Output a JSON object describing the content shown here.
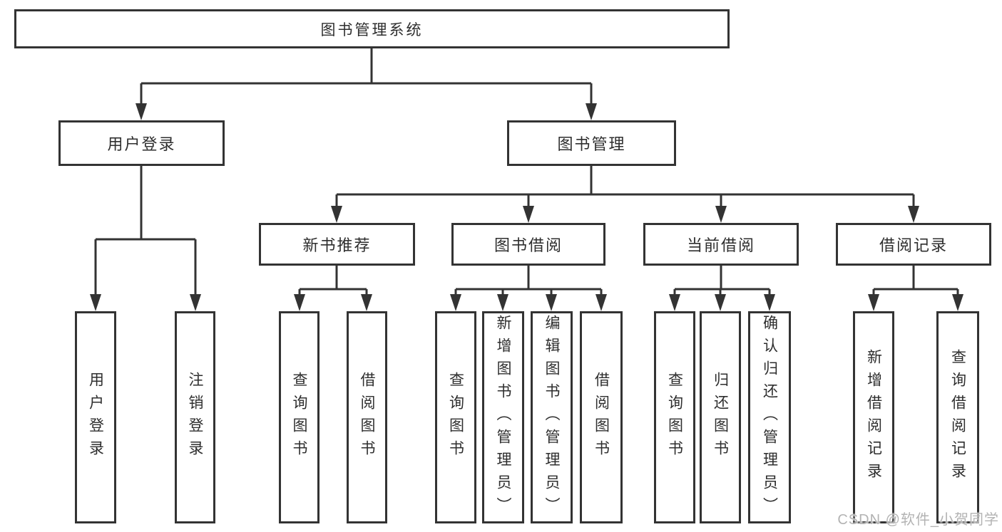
{
  "diagram": {
    "root": {
      "label": "图书管理系统"
    },
    "level2": [
      {
        "label": "用户登录"
      },
      {
        "label": "图书管理"
      }
    ],
    "level3": [
      {
        "label": "新书推荐"
      },
      {
        "label": "图书借阅"
      },
      {
        "label": "当前借阅"
      },
      {
        "label": "借阅记录"
      }
    ],
    "leaves": {
      "user_login": [
        {
          "label": "用户登录"
        },
        {
          "label": "注销登录"
        }
      ],
      "new_book": [
        {
          "label": "查询图书"
        },
        {
          "label": "借阅图书"
        }
      ],
      "book_borrow": [
        {
          "label": "查询图书"
        },
        {
          "label": "新增图书（管理员）"
        },
        {
          "label": "编辑图书（管理员）"
        },
        {
          "label": "借阅图书"
        }
      ],
      "current_borrow": [
        {
          "label": "查询图书"
        },
        {
          "label": "归还图书"
        },
        {
          "label": "确认归还（管理员）"
        }
      ],
      "borrow_record": [
        {
          "label": "新增借阅记录"
        },
        {
          "label": "查询借阅记录"
        }
      ]
    },
    "watermark": "CSDN @软件_小贺同学",
    "colors": {
      "line": "#333333",
      "box_border": "#333333",
      "box_fill": "#ffffff",
      "text": "#2e2e2e",
      "watermark": "#b3b3b3",
      "background": "#ffffff"
    }
  }
}
